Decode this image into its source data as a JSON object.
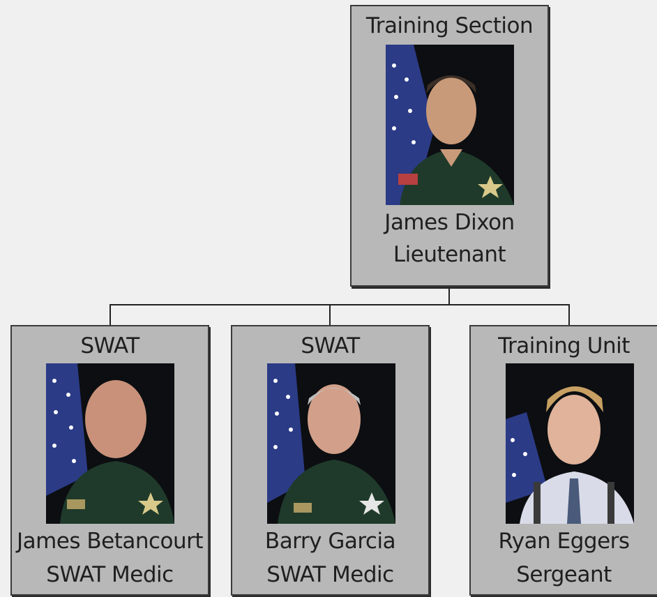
{
  "top": {
    "unit": "Training Section",
    "name": "James Dixon",
    "role": "Lieutenant"
  },
  "children": [
    {
      "unit": "SWAT",
      "name": "James Betancourt",
      "role": "SWAT Medic"
    },
    {
      "unit": "SWAT",
      "name": "Barry Garcia",
      "role": "SWAT Medic"
    },
    {
      "unit": "Training Unit",
      "name": "Ryan Eggers",
      "role": "Sergeant"
    }
  ],
  "colors": {
    "page_background": "#f0f0f0",
    "card_fill": "#b8b8b8",
    "card_border": "#3a3a3a",
    "uniform_green": "#1f3a2a",
    "flag_blue": "#2a3a8a"
  },
  "icons": [
    "american-flag-backdrop",
    "sheriff-star-badge"
  ]
}
